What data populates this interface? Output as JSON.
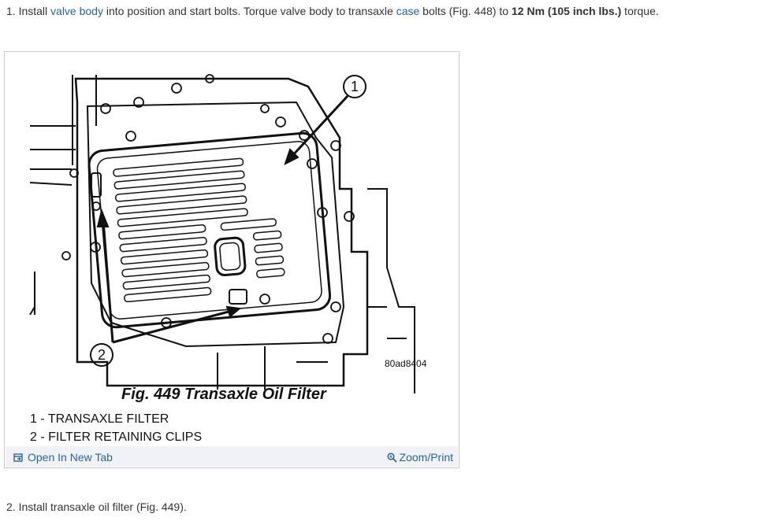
{
  "step1": {
    "prefix": "1. Install ",
    "link1": "valve body",
    "mid1": " into position and start bolts. Torque valve body to transaxle ",
    "link2": "case",
    "mid2": " bolts (Fig. 448) to ",
    "bold": "12 Nm (105 inch lbs.)",
    "suffix": " torque."
  },
  "figure": {
    "callout_1": "1",
    "callout_2": "2",
    "code": "80ad8404",
    "title": "Fig. 449 Transaxle Oil Filter",
    "legend": [
      "1 - TRANSAXLE FILTER",
      "2 - FILTER RETAINING CLIPS"
    ],
    "open_tab_label": "Open In New Tab",
    "zoom_label": "Zoom/Print",
    "accent_color": "#2a6496"
  },
  "step2": {
    "text": "2. Install transaxle oil filter (Fig. 449)."
  }
}
